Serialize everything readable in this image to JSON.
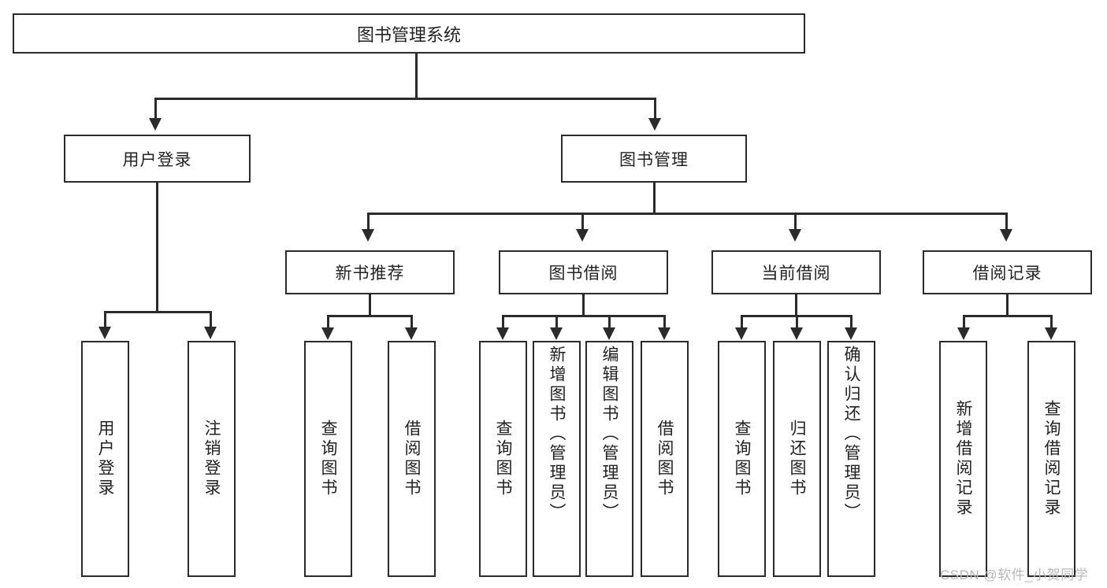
{
  "diagram": {
    "type": "tree",
    "title": "图书管理系统",
    "root": {
      "label": "图书管理系统"
    },
    "level2": [
      {
        "label": "用户登录"
      },
      {
        "label": "图书管理"
      }
    ],
    "level3": [
      {
        "label": "新书推荐"
      },
      {
        "label": "图书借阅"
      },
      {
        "label": "当前借阅"
      },
      {
        "label": "借阅记录"
      }
    ],
    "leaves": {
      "user_login": [
        {
          "label": "用户登录"
        },
        {
          "label": "注销登录"
        }
      ],
      "new_book_recommend": [
        {
          "label": "查询图书"
        },
        {
          "label": "借阅图书"
        }
      ],
      "book_borrow": [
        {
          "label": "查询图书"
        },
        {
          "label": "新增图书（管理员）"
        },
        {
          "label": "编辑图书（管理员）"
        },
        {
          "label": "借阅图书"
        }
      ],
      "current_borrow": [
        {
          "label": "查询图书"
        },
        {
          "label": "归还图书"
        },
        {
          "label": "确认归还（管理员）"
        }
      ],
      "borrow_record": [
        {
          "label": "新增借阅记录"
        },
        {
          "label": "查询借阅记录"
        }
      ]
    }
  },
  "watermark": {
    "text": "CSDN @软件_小贺同学"
  },
  "colors": {
    "stroke": "#2b2b2b",
    "fill": "#ffffff",
    "text": "#222222",
    "watermark": "#b8b8b8"
  }
}
